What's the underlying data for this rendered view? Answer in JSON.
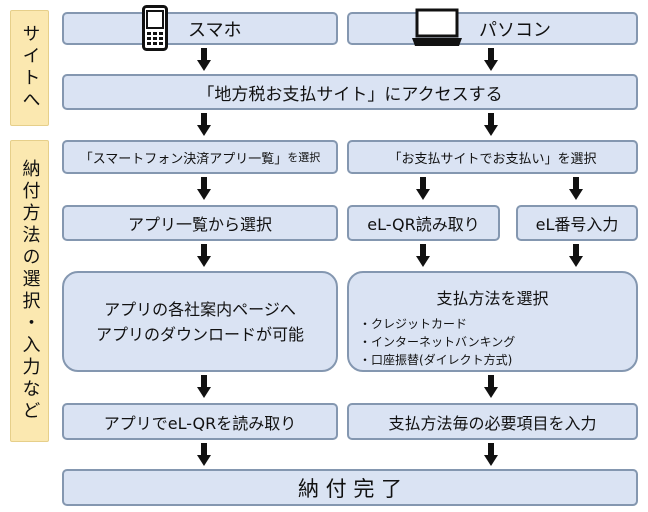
{
  "sidebar": {
    "site": "サイトへ",
    "method": "納付方法の選択・入力など"
  },
  "devices": {
    "smartphone": "スマホ",
    "pc": "パソコン"
  },
  "access": "「地方税お支払サイト」にアクセスする",
  "smartphone_flow": {
    "select": "「スマートフォン決済アプリ一覧」",
    "select_suffix": "を選択",
    "list": "アプリ一覧から選択",
    "info_line1": "アプリの各社案内ページへ",
    "info_line2": "アプリのダウンロードが可能",
    "read": "アプリでeL-QRを読み取り"
  },
  "pc_flow": {
    "select": "「お支払サイトでお支払い」を選択",
    "qr": "eL-QR読み取り",
    "number": "eL番号入力",
    "method_title": "支払方法を選択",
    "methods": [
      "・クレジットカード",
      "・インターネットバンキング",
      "・口座振替(ダイレクト方式)"
    ],
    "input": "支払方法毎の必要項目を入力"
  },
  "complete": "納 付 完 了"
}
